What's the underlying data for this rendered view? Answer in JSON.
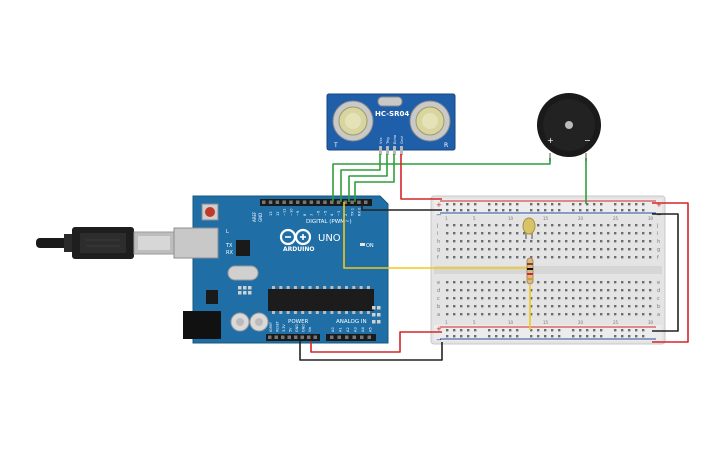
{
  "sensor": {
    "model": "HC-SR04",
    "left_mark": "T",
    "right_mark": "R",
    "pins": [
      "Vcc",
      "Trig",
      "Echo",
      "Gnd"
    ]
  },
  "buzzer": {
    "plus": "+",
    "minus": "−"
  },
  "arduino": {
    "logo_text": "ARDUINO",
    "model": "UNO",
    "digital_label": "DIGITAL (PWM~)",
    "power_label": "POWER",
    "analog_label": "ANALOG IN",
    "on_label": "ON",
    "tx_label": "TX",
    "rx_label": "RX",
    "l_label": "L",
    "aref": "AREF",
    "gnd": "GND",
    "digital_pins": [
      "13",
      "12",
      "~11",
      "~10",
      "~9",
      "8",
      "7",
      "~6",
      "~5",
      "4",
      "~3",
      "2",
      "TX 1",
      "RX 0"
    ],
    "power_pins": [
      "IOREF",
      "RESET",
      "3.3V",
      "5V",
      "GND",
      "GND",
      "Vin"
    ],
    "analog_pins": [
      "A0",
      "A1",
      "A2",
      "A3",
      "A4",
      "A5"
    ]
  },
  "breadboard": {
    "row_letters_top": [
      "j",
      "i",
      "h",
      "g",
      "f"
    ],
    "row_letters_bottom": [
      "e",
      "d",
      "c",
      "b",
      "a"
    ],
    "column_marks": [
      "1",
      "5",
      "10",
      "15",
      "20",
      "25",
      "30"
    ],
    "rail_plus": "+",
    "rail_minus": "−"
  },
  "colors": {
    "board_blue": "#1f6fa6",
    "wire_green": "#2e9e3a",
    "wire_red": "#d2262b",
    "wire_black": "#222222",
    "wire_yellow": "#f2c818",
    "breadboard": "#e9e9e9"
  }
}
